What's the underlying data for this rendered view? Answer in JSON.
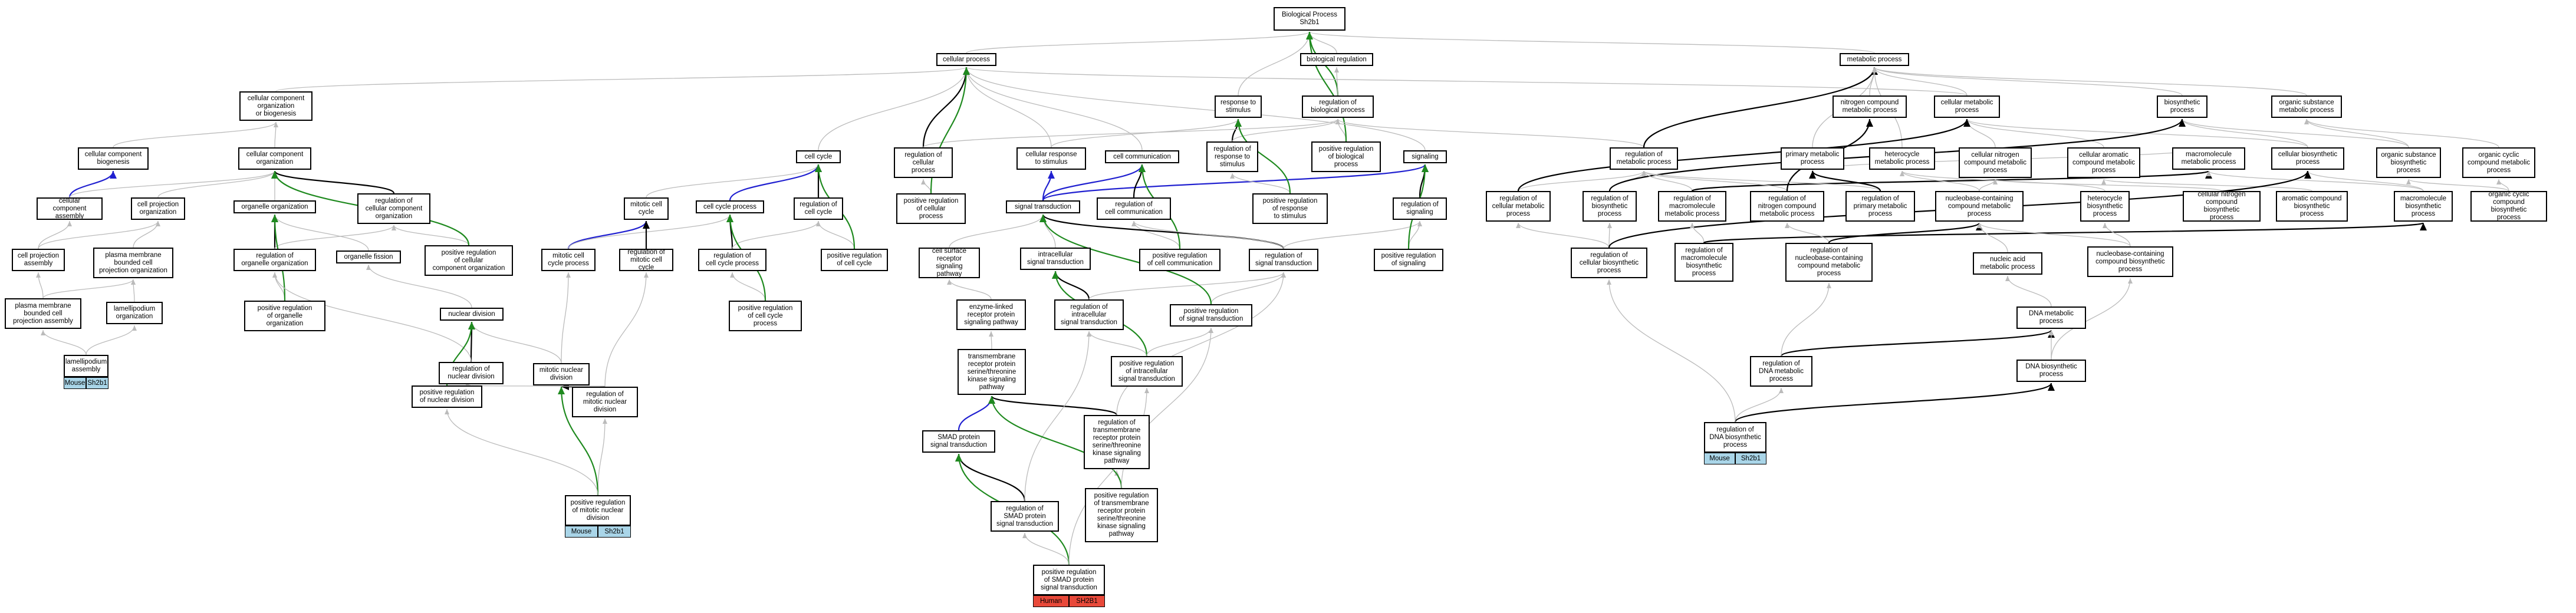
{
  "nodes": [
    {
      "id": "bp",
      "label": "Biological Process\nSh2b1"
    },
    {
      "id": "cp",
      "label": "cellular process"
    },
    {
      "id": "breg",
      "label": "biological regulation"
    },
    {
      "id": "mp",
      "label": "metabolic process"
    },
    {
      "id": "ccob",
      "label": "cellular component\norganization\nor biogenesis"
    },
    {
      "id": "rts",
      "label": "response to\nstimulus"
    },
    {
      "id": "rbp",
      "label": "regulation of\nbiological process"
    },
    {
      "id": "ncmp",
      "label": "nitrogen compound\nmetabolic process"
    },
    {
      "id": "cmp",
      "label": "cellular metabolic\nprocess"
    },
    {
      "id": "bsp",
      "label": "biosynthetic\nprocess"
    },
    {
      "id": "osmp",
      "label": "organic substance\nmetabolic process"
    },
    {
      "id": "ccb",
      "label": "cellular component\nbiogenesis"
    },
    {
      "id": "cco",
      "label": "cellular component\norganization"
    },
    {
      "id": "cc",
      "label": "cell cycle"
    },
    {
      "id": "crts",
      "label": "cellular response\nto stimulus"
    },
    {
      "id": "ccomm",
      "label": "cell communication"
    },
    {
      "id": "rrts",
      "label": "regulation of\nresponse to\nstimulus"
    },
    {
      "id": "prbp",
      "label": "positive regulation\nof biological\nprocess"
    },
    {
      "id": "sig",
      "label": "signaling"
    },
    {
      "id": "rmp",
      "label": "regulation of\nmetabolic process"
    },
    {
      "id": "pmp",
      "label": "primary metabolic\nprocess"
    },
    {
      "id": "hmp",
      "label": "heterocycle\nmetabolic process"
    },
    {
      "id": "cncmp",
      "label": "cellular nitrogen\ncompound metabolic\nprocess"
    },
    {
      "id": "camp",
      "label": "cellular aromatic\ncompound metabolic\nprocess"
    },
    {
      "id": "mmp",
      "label": "macromolecule\nmetabolic process"
    },
    {
      "id": "cbp",
      "label": "cellular biosynthetic\nprocess"
    },
    {
      "id": "osbp",
      "label": "organic substance\nbiosynthetic\nprocess"
    },
    {
      "id": "occmp",
      "label": "organic cyclic\ncompound metabolic\nprocess"
    },
    {
      "id": "rcp",
      "label": "regulation of\ncellular\nprocess"
    },
    {
      "id": "cca",
      "label": "cellular component\nassembly"
    },
    {
      "id": "cpo",
      "label": "cell projection\norganization"
    },
    {
      "id": "oo",
      "label": "organelle organization"
    },
    {
      "id": "rcco",
      "label": "regulation of\ncellular component\norganization"
    },
    {
      "id": "mcc",
      "label": "mitotic cell\ncycle"
    },
    {
      "id": "ccp",
      "label": "cell cycle process"
    },
    {
      "id": "rcc",
      "label": "regulation of\ncell cycle"
    },
    {
      "id": "prcp",
      "label": "positive regulation\nof cellular\nprocess"
    },
    {
      "id": "st",
      "label": "signal transduction"
    },
    {
      "id": "rccomm",
      "label": "regulation of\ncell communication"
    },
    {
      "id": "prrts",
      "label": "positive regulation\nof response\nto stimulus"
    },
    {
      "id": "rsig",
      "label": "regulation of\nsignaling"
    },
    {
      "id": "rcmp",
      "label": "regulation of\ncellular metabolic\nprocess"
    },
    {
      "id": "rbsp",
      "label": "regulation of\nbiosynthetic\nprocess"
    },
    {
      "id": "rmmp",
      "label": "regulation of\nmacromolecule\nmetabolic process"
    },
    {
      "id": "rncmp",
      "label": "regulation of\nnitrogen compound\nmetabolic process"
    },
    {
      "id": "rpmp",
      "label": "regulation of\nprimary metabolic\nprocess"
    },
    {
      "id": "nbcmp",
      "label": "nucleobase-containing\ncompound metabolic\nprocess"
    },
    {
      "id": "hbp",
      "label": "heterocycle\nbiosynthetic\nprocess"
    },
    {
      "id": "cncbp",
      "label": "cellular nitrogen\ncompound biosynthetic\nprocess"
    },
    {
      "id": "acbp",
      "label": "aromatic compound\nbiosynthetic\nprocess"
    },
    {
      "id": "mbp",
      "label": "macromolecule\nbiosynthetic\nprocess"
    },
    {
      "id": "occbp",
      "label": "organic cyclic\ncompound biosynthetic\nprocess"
    },
    {
      "id": "cpa",
      "label": "cell projection\nassembly"
    },
    {
      "id": "pmbcpo",
      "label": "plasma membrane\nbounded cell\nprojection organization"
    },
    {
      "id": "roo",
      "label": "regulation of\norganelle organization"
    },
    {
      "id": "of",
      "label": "organelle fission"
    },
    {
      "id": "prcco",
      "label": "positive regulation\nof cellular\ncomponent organization"
    },
    {
      "id": "mccp",
      "label": "mitotic cell\ncycle process"
    },
    {
      "id": "rmcc",
      "label": "regulation of\nmitotic cell\ncycle"
    },
    {
      "id": "rccp",
      "label": "regulation of\ncell cycle process"
    },
    {
      "id": "prcc",
      "label": "positive regulation\nof cell cycle"
    },
    {
      "id": "csrsp",
      "label": "cell surface\nreceptor signaling\npathway"
    },
    {
      "id": "ist",
      "label": "intracellular\nsignal transduction"
    },
    {
      "id": "prccomm",
      "label": "positive regulation\nof cell communication"
    },
    {
      "id": "rst",
      "label": "regulation of\nsignal transduction"
    },
    {
      "id": "prsig",
      "label": "positive regulation\nof signaling"
    },
    {
      "id": "rcbp",
      "label": "regulation of\ncellular biosynthetic\nprocess"
    },
    {
      "id": "rmbp",
      "label": "regulation of\nmacromolecule\nbiosynthetic\nprocess"
    },
    {
      "id": "rnbcmp",
      "label": "regulation of\nnucleobase-containing\ncompound metabolic\nprocess"
    },
    {
      "id": "namp",
      "label": "nucleic acid\nmetabolic process"
    },
    {
      "id": "nbcbp",
      "label": "nucleobase-containing\ncompound biosynthetic\nprocess"
    },
    {
      "id": "pmbcpa",
      "label": "plasma membrane\nbounded cell\nprojection assembly"
    },
    {
      "id": "lo",
      "label": "lamellipodium\norganization"
    },
    {
      "id": "nd",
      "label": "nuclear division"
    },
    {
      "id": "proo",
      "label": "positive regulation\nof organelle\norganization"
    },
    {
      "id": "pcccp",
      "label": "positive regulation\nof cell cycle\nprocess"
    },
    {
      "id": "elrpsp",
      "label": "enzyme-linked\nreceptor protein\nsignaling pathway"
    },
    {
      "id": "rist",
      "label": "regulation of\nintracellular\nsignal transduction"
    },
    {
      "id": "prst",
      "label": "positive regulation\nof signal transduction"
    },
    {
      "id": "dnamp",
      "label": "DNA metabolic\nprocess"
    },
    {
      "id": "la",
      "label": "lamellipodium\nassembly"
    },
    {
      "id": "rnd",
      "label": "regulation of\nnuclear division"
    },
    {
      "id": "mnd",
      "label": "mitotic nuclear\ndivision"
    },
    {
      "id": "tmrpst",
      "label": "transmembrane\nreceptor protein\nserine/threonine\nkinase signaling\npathway"
    },
    {
      "id": "prist",
      "label": "positive regulation\nof intracellular\nsignal transduction"
    },
    {
      "id": "rdnamp",
      "label": "regulation of\nDNA metabolic\nprocess"
    },
    {
      "id": "dnabp",
      "label": "DNA biosynthetic\nprocess"
    },
    {
      "id": "prnd",
      "label": "positive regulation\nof nuclear division"
    },
    {
      "id": "rmnd",
      "label": "regulation of\nmitotic nuclear\ndivision"
    },
    {
      "id": "smad",
      "label": "SMAD protein\nsignal transduction"
    },
    {
      "id": "rtmrp",
      "label": "regulation of\ntransmembrane\nreceptor protein\nserine/threonine\nkinase signaling\npathway"
    },
    {
      "id": "rdnabp",
      "label": "regulation of\nDNA biosynthetic\nprocess"
    },
    {
      "id": "prmnd",
      "label": "positive regulation\nof mitotic nuclear\ndivision"
    },
    {
      "id": "rsmad",
      "label": "regulation of\nSMAD protein\nsignal transduction"
    },
    {
      "id": "prtmrp",
      "label": "positive regulation\nof transmembrane\nreceptor protein\nserine/threonine\nkinase signaling\npathway"
    },
    {
      "id": "prsmad",
      "label": "positive regulation\nof SMAD protein\nsignal transduction"
    }
  ],
  "badges": [
    {
      "for": "la",
      "species": "Mouse",
      "gene": "Sh2b1",
      "color": "#a9d5e8"
    },
    {
      "for": "prmnd",
      "species": "Mouse",
      "gene": "Sh2b1",
      "color": "#a9d5e8"
    },
    {
      "for": "rdnabp",
      "species": "Mouse",
      "gene": "Sh2b1",
      "color": "#a9d5e8"
    },
    {
      "for": "prsmad",
      "species": "Human",
      "gene": "SH2B1",
      "color": "#e8493a"
    }
  ],
  "edge_colors": {
    "is_a": "#bbbbbb",
    "regulates": "#000000",
    "positively_regulates": "#1f8a1f",
    "part_of": "#2020d0"
  }
}
